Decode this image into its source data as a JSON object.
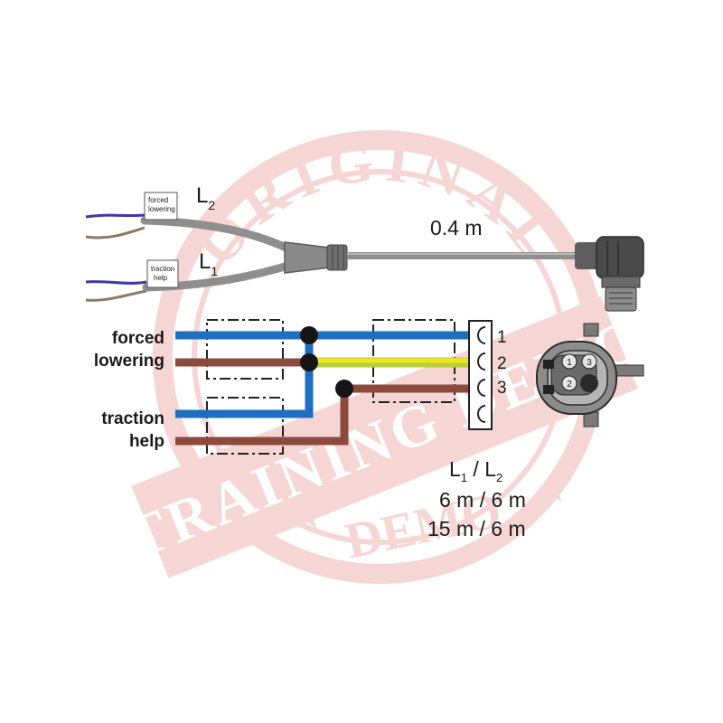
{
  "cable_labels": {
    "upper_tag": [
      "forced",
      "lowering"
    ],
    "lower_tag": [
      "traction",
      "help"
    ],
    "leg_upper": {
      "base": "L",
      "sub": "2"
    },
    "leg_lower": {
      "base": "L",
      "sub": "1"
    },
    "main_length": "0.4 m"
  },
  "wiring": {
    "group_upper": [
      "forced",
      "lowering"
    ],
    "group_lower": [
      "traction",
      "help"
    ],
    "pins": [
      "1",
      "2",
      "3"
    ]
  },
  "connector_face": {
    "pins": [
      "1",
      "2",
      "3"
    ]
  },
  "lengths": {
    "header": {
      "a_base": "L",
      "a_sub": "1",
      "sep": " / ",
      "b_base": "L",
      "b_sub": "2"
    },
    "rows": [
      "6 m / 6 m",
      "15 m / 6 m"
    ]
  },
  "watermark": {
    "arc_text": "ORIGINAL",
    "band_text": "TRAINING DEMO",
    "lower_text": "DEMO"
  },
  "colors": {
    "blue": "#1f6fc0",
    "brown": "#8b4a3c",
    "yellow": "#f1e31c",
    "yellow_green": "#b7cf3a",
    "watermark": "#e06a6a"
  }
}
